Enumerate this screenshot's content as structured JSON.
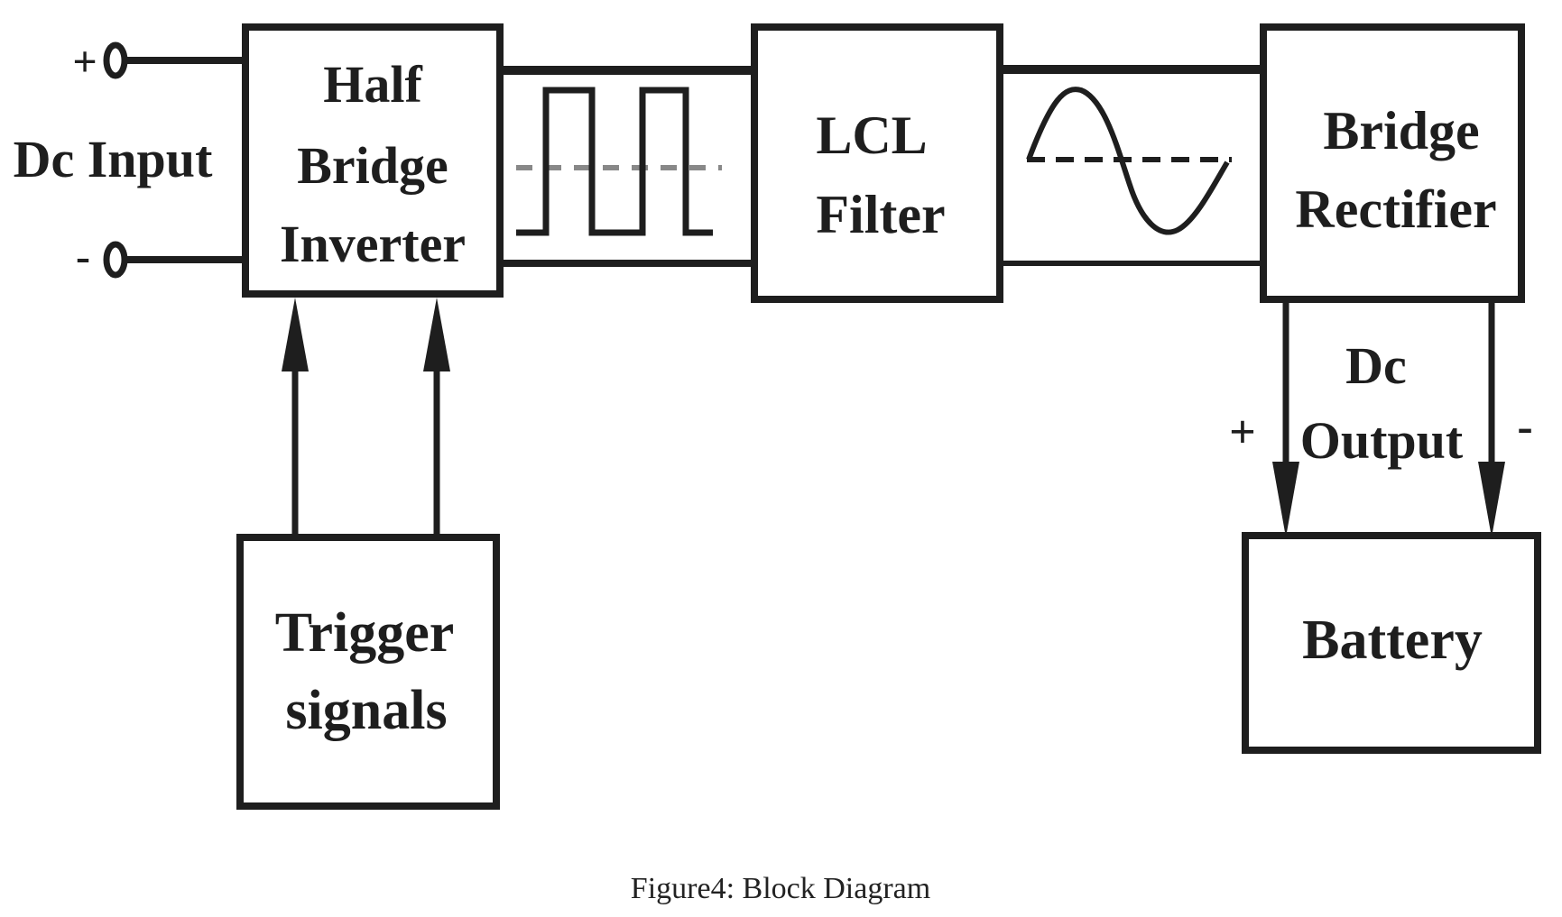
{
  "input": {
    "label": "Dc Input",
    "plus": "+",
    "minus": "-"
  },
  "blocks": {
    "inverter": [
      "Half",
      "Bridge",
      "Inverter"
    ],
    "filter": [
      "LCL",
      "Filter"
    ],
    "rectifier": [
      "Bridge",
      "Rectifier"
    ],
    "trigger": [
      "Trigger",
      "signals"
    ],
    "battery": [
      "Battery"
    ]
  },
  "output": {
    "label": [
      "Dc",
      "Output"
    ],
    "plus": "+",
    "minus": "-"
  },
  "caption": "Figure4: Block Diagram",
  "colors": {
    "ink": "#1e1e1e",
    "dashed": "#888888"
  }
}
